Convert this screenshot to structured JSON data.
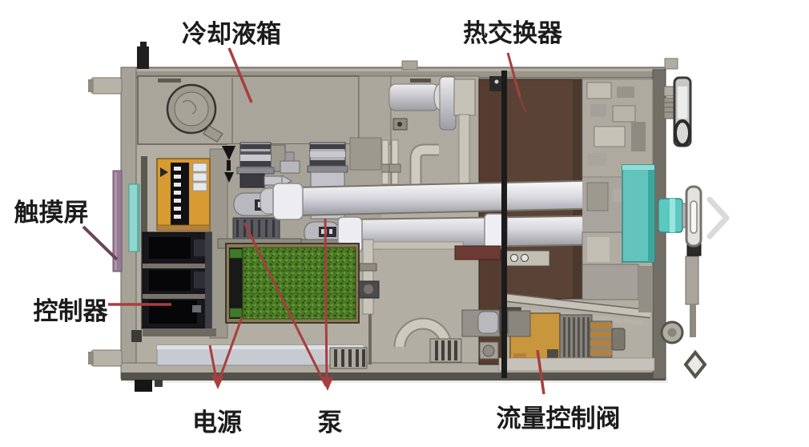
{
  "diagram": {
    "description": "cutaway rendering of a liquid cooling unit with callout labels",
    "labels": {
      "coolant_tank": "冷却液箱",
      "heat_exchanger": "热交换器",
      "touch_screen": "触摸屏",
      "controller": "控制器",
      "power": "电源",
      "pump": "泵",
      "flow_control_valve": "流量控制阀"
    },
    "colors": {
      "label_text": "#1c1c1c",
      "leader_line": "#a83e3e",
      "touch_screen_leader": "#6a4455",
      "chassis_gray": "#b2aea3",
      "heat_exchanger_brown": "#5b4237",
      "power_board_green": "#4c7c26",
      "plc_orange": "#d89a33",
      "valve_orange": "#c8963c",
      "teal_accent": "#62c4bc",
      "touch_screen_purple": "#967992",
      "pipe_silver": "#d6d6db",
      "tray_blue_gray": "#c7cbd1"
    },
    "icons": {
      "next_chevron": "chevron-right"
    }
  }
}
